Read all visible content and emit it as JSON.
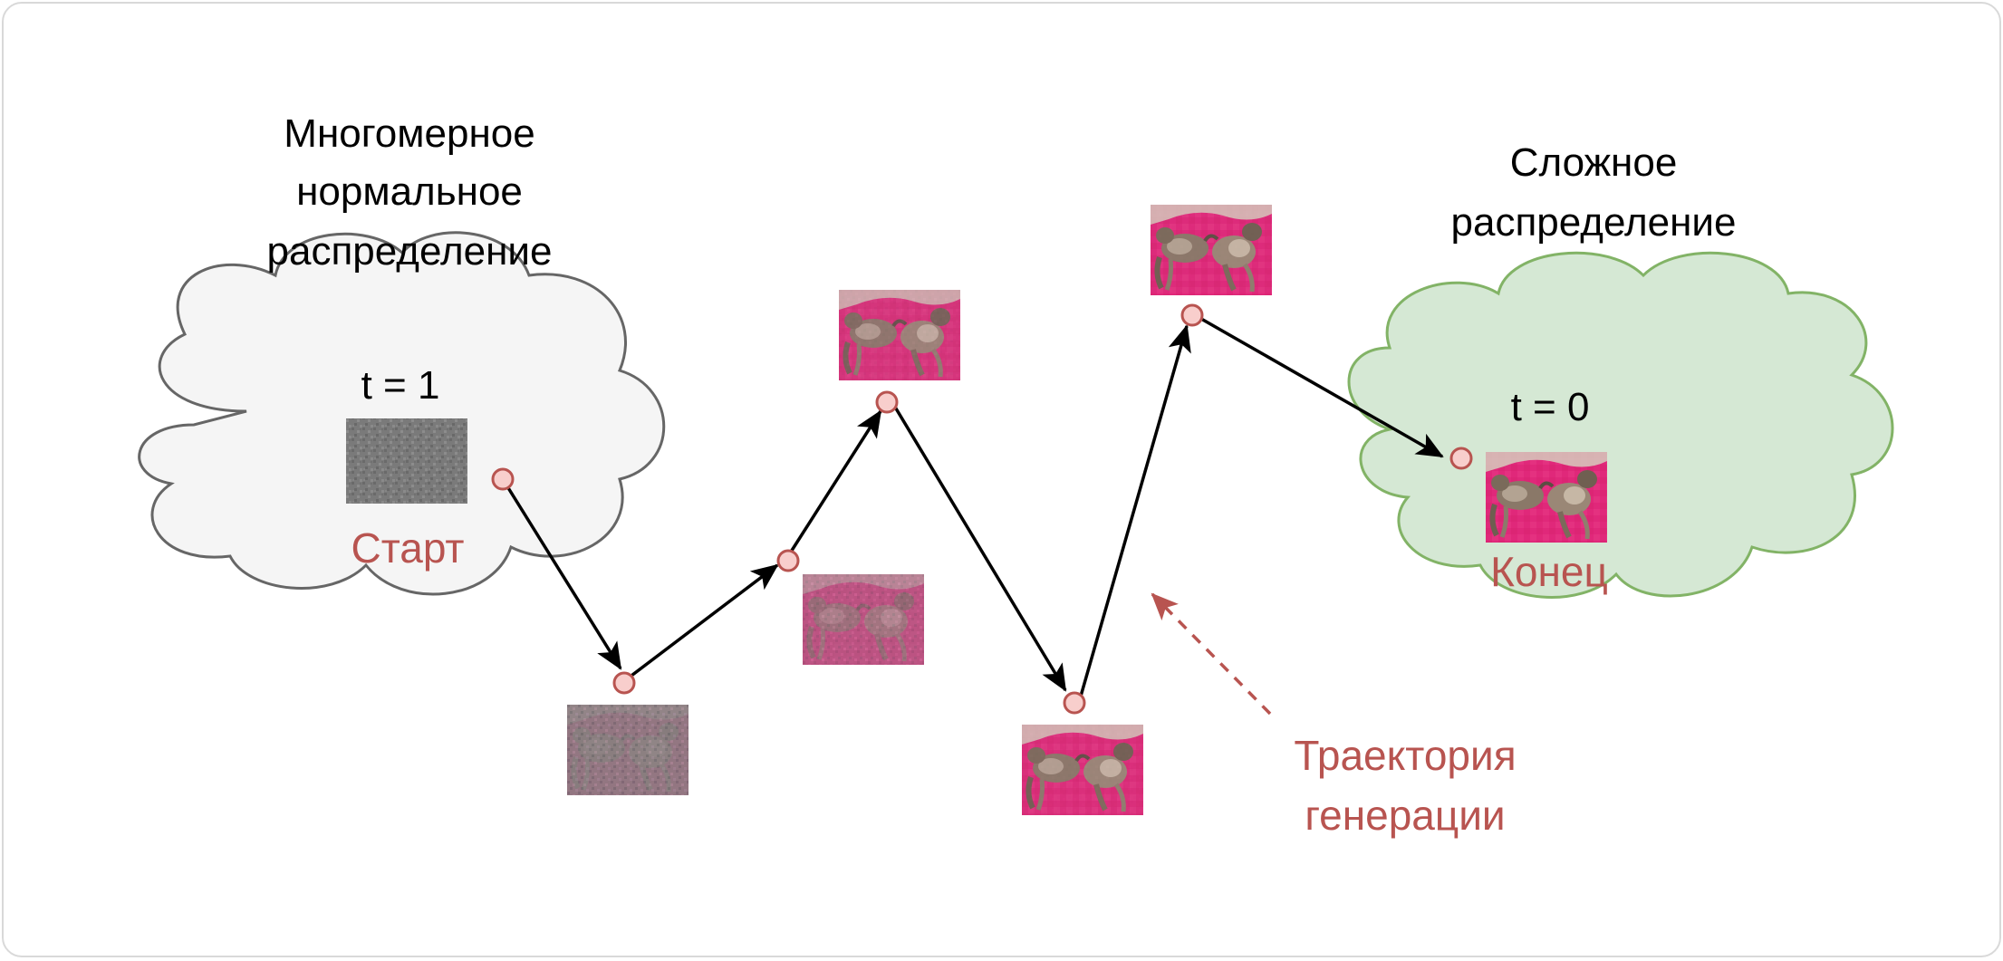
{
  "left_title": {
    "line1": "Многомерное",
    "line2": "нормальное",
    "line3": "распределение"
  },
  "right_title": {
    "line1": "Сложное",
    "line2": "распределение"
  },
  "start": {
    "time_label": "t = 1",
    "label": "Старт"
  },
  "end": {
    "time_label": "t = 0",
    "label": "Конец"
  },
  "trajectory_label": {
    "line1": "Траектория",
    "line2": "генерации"
  },
  "colors": {
    "noise_cloud_fill": "#f5f5f5",
    "noise_cloud_stroke": "#666666",
    "data_cloud_fill": "#d5e8d4",
    "data_cloud_stroke": "#82b366",
    "point_fill": "#f8cecc",
    "point_stroke": "#b85450",
    "accent_text": "#b85450",
    "image_background": "#e0287a"
  },
  "sample_images": [
    {
      "name": "pure-noise",
      "noise_level": 1.0
    },
    {
      "name": "step-1",
      "noise_level": 0.9
    },
    {
      "name": "step-2",
      "noise_level": 0.65
    },
    {
      "name": "step-3",
      "noise_level": 0.2
    },
    {
      "name": "step-4",
      "noise_level": 0.1
    },
    {
      "name": "step-5",
      "noise_level": 0.05
    },
    {
      "name": "final-cats",
      "noise_level": 0.0
    }
  ]
}
